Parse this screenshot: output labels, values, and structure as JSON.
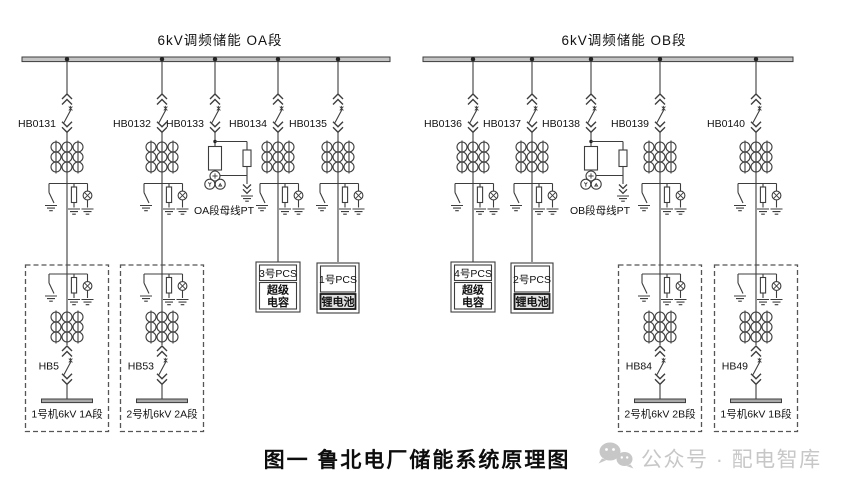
{
  "figure": {
    "caption": "图一 鲁北电厂储能系统原理图"
  },
  "buses": [
    {
      "name": "OA",
      "title": "6kV调频储能 OA段"
    },
    {
      "name": "OB",
      "title": "6kV调频储能 OB段"
    }
  ],
  "feeders": [
    {
      "label": "HB0131",
      "bus": "OA",
      "feeds": "1号机6kV 1A段"
    },
    {
      "label": "HB0132",
      "bus": "OA",
      "feeds": "2号机6kV 2A段"
    },
    {
      "label": "HB0133",
      "bus": "OA",
      "feeds": "OA段母线PT"
    },
    {
      "label": "HB0134",
      "bus": "OA",
      "feeds": "3号PCS 超级电容"
    },
    {
      "label": "HB0135",
      "bus": "OA",
      "feeds": "1号PCS 锂电池"
    },
    {
      "label": "HB0136",
      "bus": "OB",
      "feeds": "4号PCS 超级电容"
    },
    {
      "label": "HB0137",
      "bus": "OB",
      "feeds": "2号PCS 锂电池"
    },
    {
      "label": "HB0138",
      "bus": "OB",
      "feeds": "OB段母线PT"
    },
    {
      "label": "HB0139",
      "bus": "OB",
      "feeds": "2号机6kV 2B段"
    },
    {
      "label": "HB0140",
      "bus": "OB",
      "feeds": "1号机6kV 1B段"
    }
  ],
  "pt_labels": {
    "oa": "OA段母线PT",
    "ob": "OB段母线PT"
  },
  "pcs_units": [
    {
      "name": "3号PCS",
      "storage": "超级电容",
      "type_lines": [
        "超级",
        "电容"
      ]
    },
    {
      "name": "1号PCS",
      "storage": "锂电池",
      "type_lines": [
        "锂电池"
      ]
    },
    {
      "name": "4号PCS",
      "storage": "超级电容",
      "type_lines": [
        "超级",
        "电容"
      ]
    },
    {
      "name": "2号PCS",
      "storage": "锂电池",
      "type_lines": [
        "锂电池"
      ]
    }
  ],
  "machine_sections": [
    {
      "breaker": "HB5",
      "label": "1号机6kV 1A段"
    },
    {
      "breaker": "HB53",
      "label": "2号机6kV 2A段"
    },
    {
      "breaker": "HB84",
      "label": "2号机6kV 2B段"
    },
    {
      "breaker": "HB49",
      "label": "1号机6kV 1B段"
    }
  ],
  "watermark": {
    "icon": "wechat-icon",
    "text": "公众号 · 配电智库"
  },
  "colors": {
    "line": "#3d3d3d",
    "bus_fill": "#c4c4c4",
    "text": "#111111",
    "watermark": "#c7c7c7",
    "background": "#ffffff"
  }
}
